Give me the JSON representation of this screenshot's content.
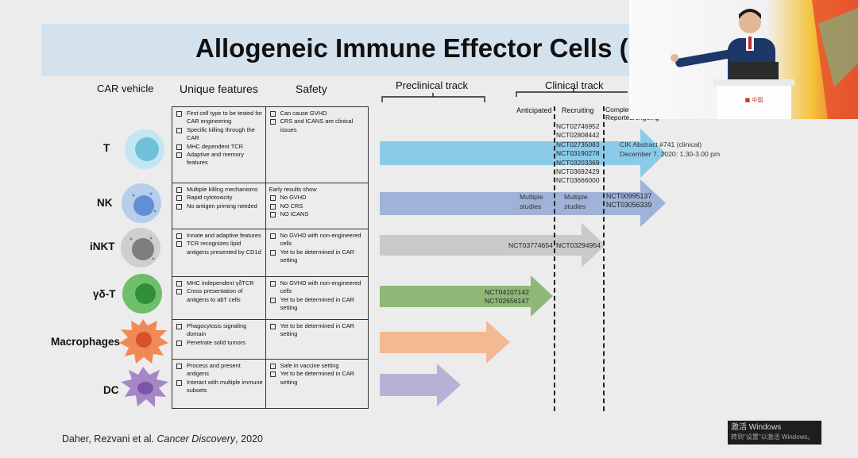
{
  "slide": {
    "title": "Allogeneic Immune Effector Cells (IEC",
    "headers": {
      "car_vehicle": "CAR vehicle",
      "unique_features": "Unique features",
      "safety": "Safety",
      "preclinical": "Preclinical track",
      "clinical": "Clinical track",
      "anticipated": "Anticipated",
      "recruiting": "Recruiting",
      "completed_line1": "Complet",
      "completed_line2": "Reported/ongoing"
    },
    "rows": [
      {
        "name": "T",
        "features": [
          "First cell type to be tested for CAR engineering",
          "Specific killing through the CAR",
          "MHC dependent TCR",
          "Adaptive and memory features"
        ],
        "safety_note": "",
        "safety": [
          "Can cause GVHD",
          "CRS and ICANS are clinical issues"
        ]
      },
      {
        "name": "NK",
        "features": [
          "Multiple killing mechanisms",
          "Rapid cytotoxicity",
          "No antigen priming needed"
        ],
        "safety_note": "Early results show",
        "safety": [
          "No GVHD",
          "NO CRS",
          "NO ICANS"
        ]
      },
      {
        "name": "iNKT",
        "features": [
          "Innate and adaptive features",
          "TCR recognizes lipid antigens presented by CD1d"
        ],
        "safety_note": "",
        "safety": [
          "No GVHD with non-engineered cells",
          "Yet to be determined in CAR setting"
        ]
      },
      {
        "name": "γδ-T",
        "features": [
          "MHC independent γδTCR",
          "Cross presentation of antigens to abT cells"
        ],
        "safety_note": "",
        "safety": [
          "No GVHD with non-engineered cells",
          "Yet to be determined in CAR setting"
        ]
      },
      {
        "name": "Macrophages",
        "features": [
          "Phagocytosis signaling domain",
          "Penetrate solid tumors"
        ],
        "safety_note": "",
        "safety": [
          "Yet to be determined in CAR setting"
        ]
      },
      {
        "name": "DC",
        "features": [
          "Process and present antigens",
          "Interact with multiple immune subsets"
        ],
        "safety_note": "",
        "safety": [
          "Safe in vaccine setting",
          "Yet to be determined in CAR setting"
        ]
      }
    ],
    "t_recruiting": [
      "NCT02746952",
      "NCT02808442",
      "NCT02735083",
      "NCT03190278",
      "NCT03203369",
      "NCT03692429",
      "NCT03666000"
    ],
    "t_annotation": [
      "CIK Abstract #741 (clinical)",
      "December 7, 2020: 1.30-3.00 pm"
    ],
    "nk_anticipated": [
      "Multiple",
      "studies"
    ],
    "nk_recruiting": [
      "Multiple",
      "studies"
    ],
    "nk_completed": [
      "NCT00995137",
      "NCT03056339"
    ],
    "inkt_anticipated": "NCT03774654",
    "inkt_recruiting": "NCT03294954",
    "gdt_anticipated": [
      "NCT04107142",
      "NCT02656147"
    ],
    "citation_authors": "Daher, Rezvani et al.",
    "citation_journal": "Cancer Discovery",
    "citation_year": ", 2020"
  },
  "colors": {
    "title_bar": "#d4e2ee",
    "arrow_t": "#8bcbe9",
    "arrow_nk": "#9fb2d7",
    "arrow_inkt": "#c9c9c9",
    "arrow_gdt": "#8fb878",
    "arrow_macrophages": "#f3b992",
    "arrow_dc": "#b9b0d6"
  },
  "windows_watermark": {
    "line1": "激活 Windows",
    "line2": "转到\"设置\"以激活 Windows。"
  },
  "video_overlay": {
    "podium_logo": "■ 中国"
  }
}
